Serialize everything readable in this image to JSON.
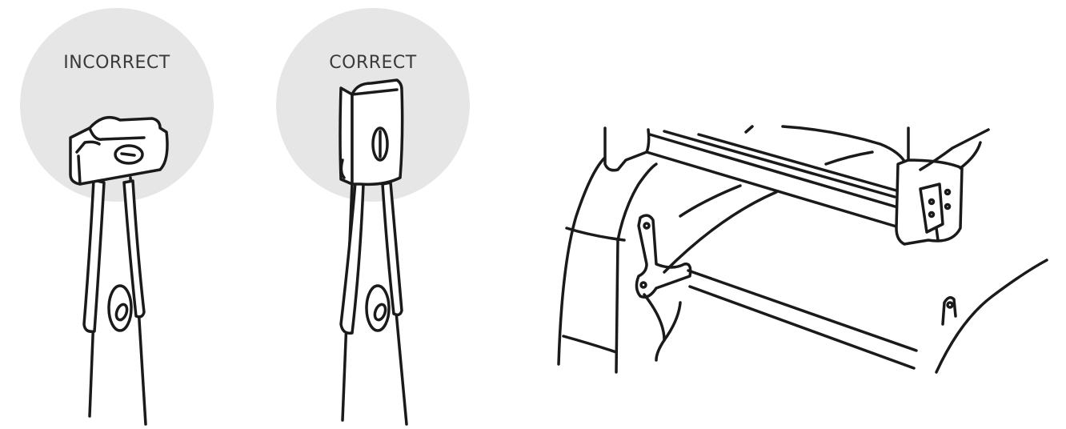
{
  "panels": {
    "incorrect": {
      "label": "INCORRECT",
      "circle_color": "#e6e6e6"
    },
    "correct": {
      "label": "CORRECT",
      "circle_color": "#e6e6e6"
    }
  },
  "ink_color": "#1a1a1a",
  "icons": {
    "incorrect_clip": "clip-misaligned-icon",
    "correct_clip": "clip-aligned-icon",
    "frame": "seat-frame-illustration"
  }
}
